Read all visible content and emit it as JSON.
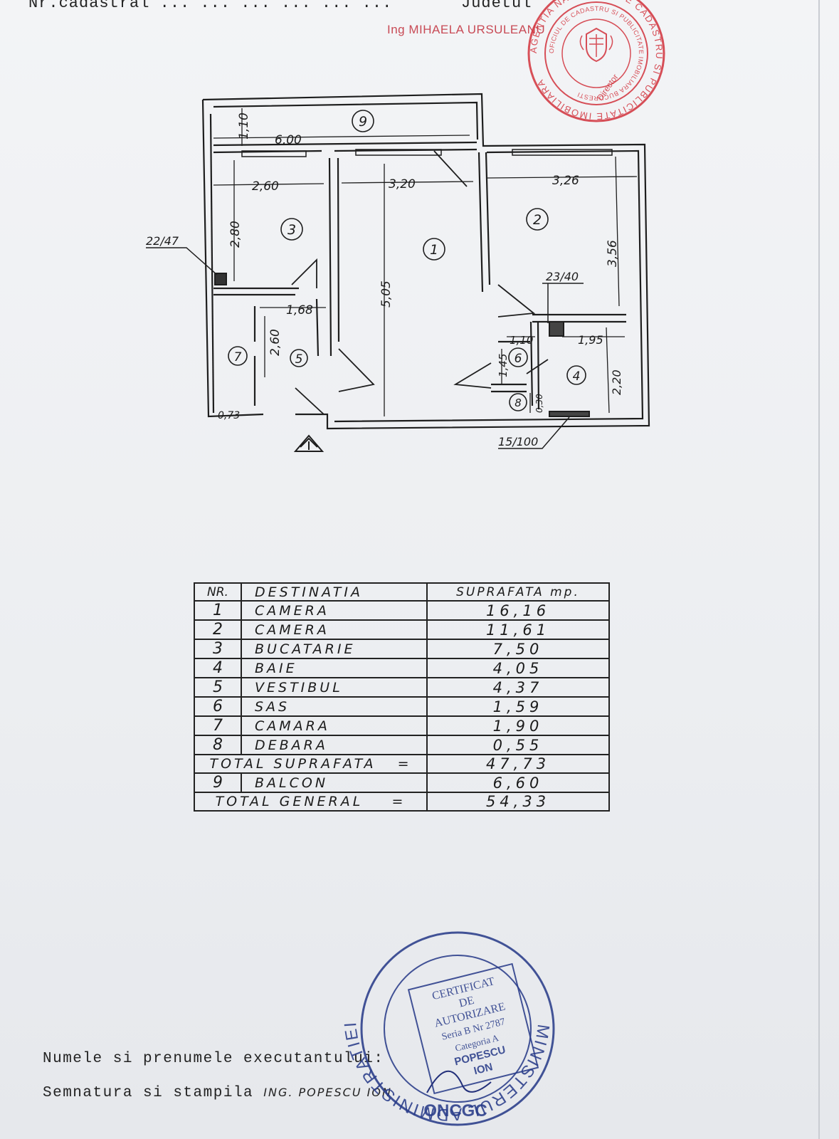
{
  "header": {
    "nr_cadastral": "Nr.cadastral ... ... ... ... ... ...",
    "judetul": "Judetul",
    "engineer_name": "Ing MIHAELA URSULEANU"
  },
  "stamp_top": {
    "ring_text": "AGENTIA NATIONALA DE CADASTRU SI PUBLICITATE IMOBILIARA",
    "inner_text": "OFICIUL DE CADASTRU SI PUBLICITATE IMOBILIARA BUCURESTI",
    "center_text": "Director",
    "color": "#d2323c"
  },
  "plan": {
    "dimensions": [
      "6,00",
      "1,10",
      "2,60",
      "2,80",
      "3,20",
      "5,05",
      "3,26",
      "3,56",
      "1,68",
      "2,60",
      "1,10",
      "1,95",
      "1,45",
      "2,20",
      "0,30",
      "0,73"
    ],
    "room_numbers": [
      "1",
      "2",
      "3",
      "4",
      "5",
      "6",
      "7",
      "8",
      "9"
    ],
    "shaft_labels": [
      "22/47",
      "23/40",
      "15/100"
    ]
  },
  "table": {
    "headers": [
      "NR.",
      "DESTINATIA",
      "SUPRAFATA mp."
    ],
    "rows": [
      {
        "nr": "1",
        "dest": "CAMERA",
        "sup": "16,16"
      },
      {
        "nr": "2",
        "dest": "CAMERA",
        "sup": "11,61"
      },
      {
        "nr": "3",
        "dest": "BUCATARIE",
        "sup": "7,50"
      },
      {
        "nr": "4",
        "dest": "BAIE",
        "sup": "4,05"
      },
      {
        "nr": "5",
        "dest": "VESTIBUL",
        "sup": "4,37"
      },
      {
        "nr": "6",
        "dest": "SAS",
        "sup": "1,59"
      },
      {
        "nr": "7",
        "dest": "CAMARA",
        "sup": "1,90"
      },
      {
        "nr": "8",
        "dest": "DEBARA",
        "sup": "0,55"
      }
    ],
    "total_suprafata": {
      "label": "TOTAL SUPRAFATA",
      "eq": "=",
      "value": "47,73"
    },
    "balcon": {
      "nr": "9",
      "dest": "BALCON",
      "sup": "6,60"
    },
    "total_general": {
      "label": "TOTAL GENERAL",
      "eq": "=",
      "value": "54,33"
    }
  },
  "stamp_bottom": {
    "ring_text": "MINISTERUL ADMINISTRATIEI PUBLICE",
    "bottom_text": "ONCGC",
    "box_lines": [
      "CERTIFICAT",
      "DE",
      "AUTORIZARE",
      "Seria B Nr 2787",
      "Categoria A",
      "POPESCU",
      "ION"
    ],
    "color": "#2a3d8a"
  },
  "footer": {
    "line1": "Numele si prenumele executantului:",
    "line2": "Semnatura si stampila",
    "signature": "ING. POPESCU ION"
  }
}
